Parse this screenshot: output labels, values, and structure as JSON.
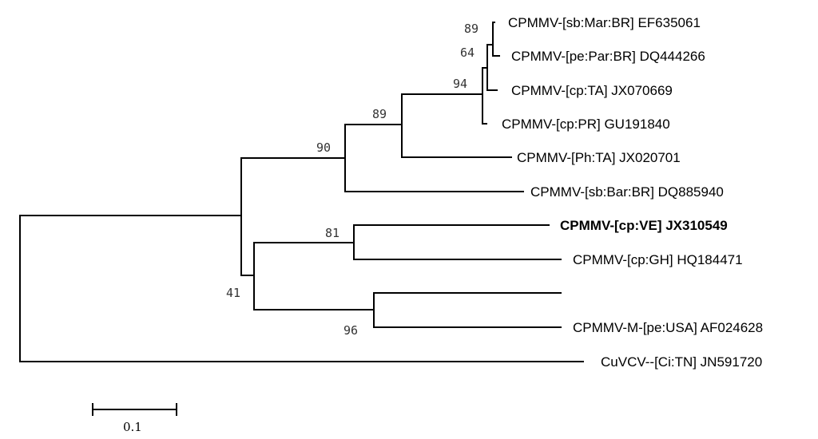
{
  "tree": {
    "leaves": [
      {
        "label": "CPMMV-[sb:Mar:BR] EF635061",
        "bold": false
      },
      {
        "label": "CPMMV-[pe:Par:BR] DQ444266",
        "bold": false
      },
      {
        "label": "CPMMV-[cp:TA] JX070669",
        "bold": false
      },
      {
        "label": "CPMMV-[cp:PR] GU191840",
        "bold": false
      },
      {
        "label": "CPMMV-[Ph:TA] JX020701",
        "bold": false
      },
      {
        "label": "CPMMV-[sb:Bar:BR] DQ885940",
        "bold": false
      },
      {
        "label": "CPMMV-[cp:VE] JX310549",
        "bold": true
      },
      {
        "label": "CPMMV-[cp:GH] HQ184471",
        "bold": false
      },
      {
        "label": "",
        "bold": false
      },
      {
        "label": "CPMMV-M-[pe:USA] AF024628",
        "bold": false
      },
      {
        "label": "CuVCV--[Ci:TN] JN591720",
        "bold": false
      }
    ],
    "bootstrap": [
      "89",
      "64",
      "94",
      "89",
      "90",
      "81",
      "41",
      "96"
    ],
    "scale_bar": {
      "value": 0.1,
      "label": "0.1"
    }
  }
}
